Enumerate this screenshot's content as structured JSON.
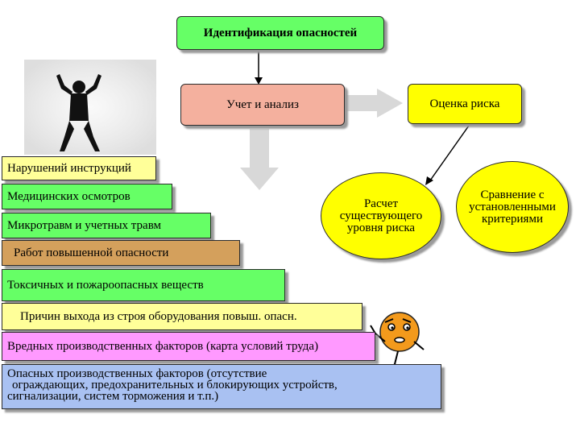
{
  "title": "Идентификация опасностей",
  "accounting": "Учет и анализ",
  "risk": "Оценка риска",
  "calc": [
    "Расчет",
    "существующего",
    "уровня риска"
  ],
  "compare": [
    "Сравнение с",
    "установленными",
    "критериями"
  ],
  "stairs": [
    "Нарушений инструкций",
    "Медицинских осмотров",
    "Микротравм и учетных травм",
    "Работ повышенной опасности",
    "Токсичных и пожароопасных веществ",
    "Причин выхода из строя оборудования повыш. опасн.",
    "Вредных производственных факторов (карта условий труда)",
    [
      "Опасных производственных факторов (отсутствие",
      "ограждающих, предохранительных и блокирующих устройств,",
      "сигнализации, систем торможения и т.п.)"
    ]
  ],
  "colors": {
    "green": "#66ff66",
    "salmon": "#f4b09e",
    "yellow": "#ffff00",
    "pale_yellow": "#ffff99",
    "tan": "#d4a05c",
    "pink": "#ff99ff",
    "blue": "#a9c1f2"
  }
}
